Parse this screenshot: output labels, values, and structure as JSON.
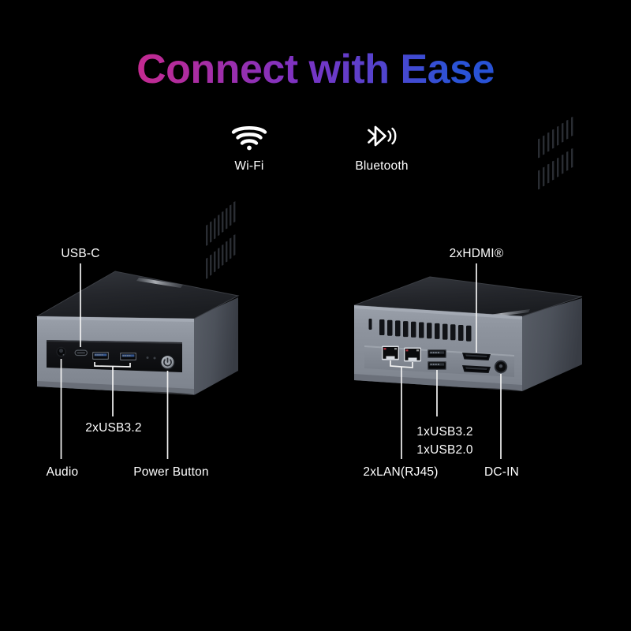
{
  "headline": {
    "text": "Connect with Ease",
    "gradient_start": "#d8237d",
    "gradient_mid": "#7b33c4",
    "gradient_end": "#1a4fd6"
  },
  "wireless": {
    "items": [
      {
        "icon": "wifi-icon",
        "label": "Wi-Fi"
      },
      {
        "icon": "bluetooth-icon",
        "label": "Bluetooth"
      }
    ]
  },
  "devices": {
    "front_unit": {
      "name": "mini-pc-front-view",
      "top_color": "#26282d",
      "face_color": "#8d939d",
      "side_color": "#4a4e57",
      "port_strip_color": "#121317",
      "callouts": [
        {
          "id": "usb-c",
          "text": "USB-C"
        },
        {
          "id": "usb32",
          "text": "2xUSB3.2"
        },
        {
          "id": "audio",
          "text": "Audio"
        },
        {
          "id": "power-button",
          "text": "Power Button"
        }
      ]
    },
    "rear_unit": {
      "name": "mini-pc-rear-view",
      "top_color": "#26282d",
      "face_color": "#8d939d",
      "side_color": "#4a4e57",
      "port_strip_color": "#7f858f",
      "callouts": [
        {
          "id": "hdmi",
          "text": "2xHDMI®"
        },
        {
          "id": "usb32",
          "text": "1xUSB3.2"
        },
        {
          "id": "usb20",
          "text": "1xUSB2.0"
        },
        {
          "id": "lan",
          "text": "2xLAN(RJ45)"
        },
        {
          "id": "dcin",
          "text": "DC-IN"
        }
      ]
    }
  },
  "background": "#000000"
}
